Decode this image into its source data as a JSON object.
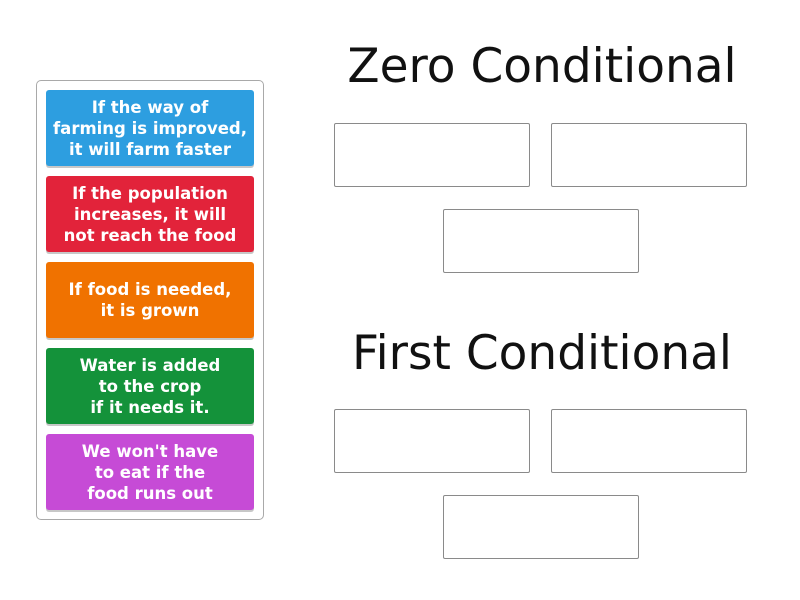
{
  "cards": [
    {
      "text": "If the way of\nfarming is improved,\nit will farm faster",
      "color": "#2d9ee0"
    },
    {
      "text": "If the population\nincreases, it will\nnot reach the food",
      "color": "#e2233a"
    },
    {
      "text": "If food is needed,\nit is grown",
      "color": "#f07200"
    },
    {
      "text": "Water is added\nto the crop\nif it needs it.",
      "color": "#14923a"
    },
    {
      "text": "We won't have\nto eat if the\nfood runs out",
      "color": "#c64bd6"
    }
  ],
  "groups": {
    "zero": {
      "title": "Zero Conditional"
    },
    "first": {
      "title": "First Conditional"
    }
  }
}
